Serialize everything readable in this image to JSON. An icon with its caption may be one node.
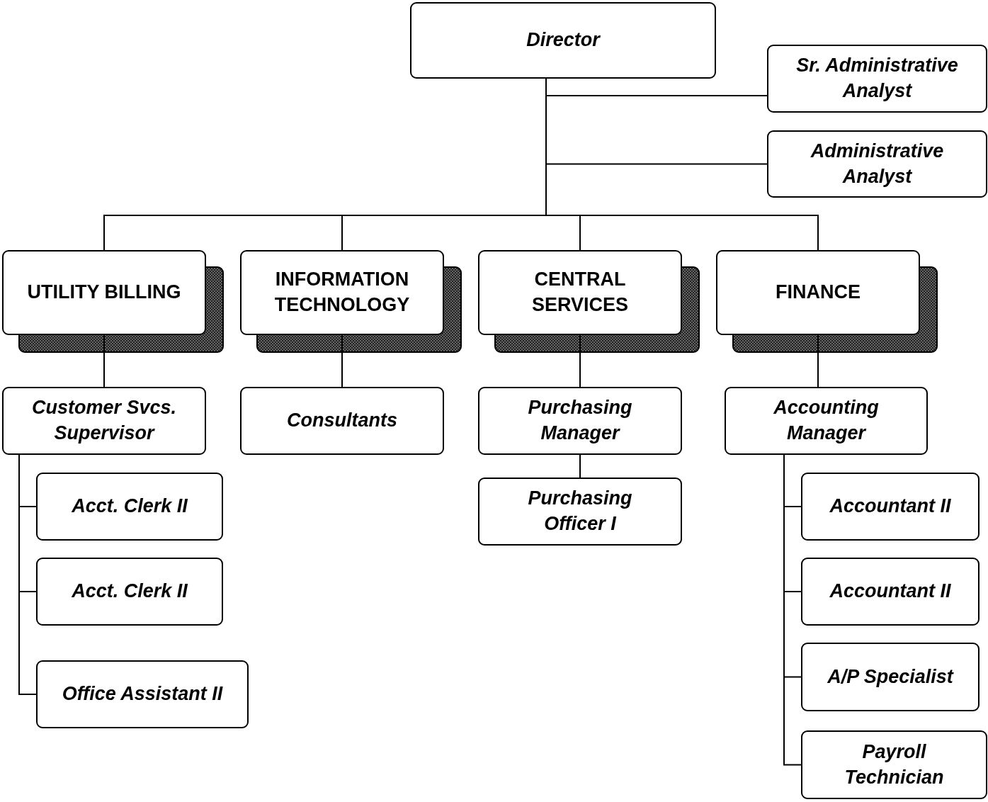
{
  "diagram": {
    "nodes": [
      {
        "text": [
          "Director"
        ]
      },
      {
        "text": [
          "Sr. Administrative Analyst"
        ]
      },
      {
        "text": [
          "Administrative Analyst"
        ]
      },
      {
        "text": [
          "UTILITY BILLING"
        ]
      },
      {
        "text": [
          "INFORMATION TECHNOLOGY"
        ]
      },
      {
        "text": [
          "CENTRAL SERVICES"
        ]
      },
      {
        "text": [
          "FINANCE"
        ]
      },
      {
        "text": [
          "Customer Svcs. Supervisor"
        ]
      },
      {
        "text": [
          "Acct. Clerk II"
        ]
      },
      {
        "text": [
          "Acct. Clerk II"
        ]
      },
      {
        "text": [
          "Office Assistant II"
        ]
      },
      {
        "text": [
          "Consultants"
        ]
      },
      {
        "text": [
          "Purchasing Manager"
        ]
      },
      {
        "text": [
          "Purchasing Officer I"
        ]
      },
      {
        "text": [
          "Accounting Manager"
        ]
      },
      {
        "text": [
          "Accountant II"
        ]
      },
      {
        "text": [
          "Accountant II"
        ]
      },
      {
        "text": [
          "A/P Specialist"
        ]
      },
      {
        "text": [
          "Payroll Technician"
        ]
      }
    ],
    "edges": [
      {
        "from": 0,
        "to": 1,
        "arrow": "none"
      },
      {
        "from": 0,
        "to": 2,
        "arrow": "none"
      },
      {
        "from": 0,
        "to": 3,
        "arrow": "none"
      },
      {
        "from": 0,
        "to": 4,
        "arrow": "none"
      },
      {
        "from": 0,
        "to": 5,
        "arrow": "none"
      },
      {
        "from": 0,
        "to": 6,
        "arrow": "none"
      },
      {
        "from": 3,
        "to": 7,
        "arrow": "none"
      },
      {
        "from": 7,
        "to": 8,
        "arrow": "none"
      },
      {
        "from": 7,
        "to": 9,
        "arrow": "none"
      },
      {
        "from": 7,
        "to": 10,
        "arrow": "none"
      },
      {
        "from": 4,
        "to": 11,
        "arrow": "none"
      },
      {
        "from": 5,
        "to": 12,
        "arrow": "none"
      },
      {
        "from": 12,
        "to": 13,
        "arrow": "none"
      },
      {
        "from": 6,
        "to": 14,
        "arrow": "none"
      },
      {
        "from": 14,
        "to": 15,
        "arrow": "none"
      },
      {
        "from": 14,
        "to": 16,
        "arrow": "none"
      },
      {
        "from": 14,
        "to": 17,
        "arrow": "none"
      },
      {
        "from": 14,
        "to": 18,
        "arrow": "none"
      }
    ]
  }
}
